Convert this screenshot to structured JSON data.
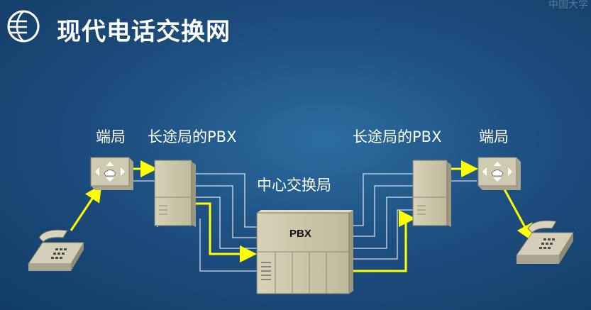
{
  "slide": {
    "title": "现代电话交换网",
    "watermark": "中国大学"
  },
  "labels": {
    "left_end_office": "端局",
    "left_toll_office": "长途局的PBX",
    "center_office": "中心交换局",
    "right_toll_office": "长途局的PBX",
    "right_end_office": "端局",
    "pbx": "PBX"
  },
  "colors": {
    "active_path": "#ffff00",
    "idle_line": "#d8dde2",
    "background": "#1d4f80",
    "equipment": "#cfc9ad"
  }
}
